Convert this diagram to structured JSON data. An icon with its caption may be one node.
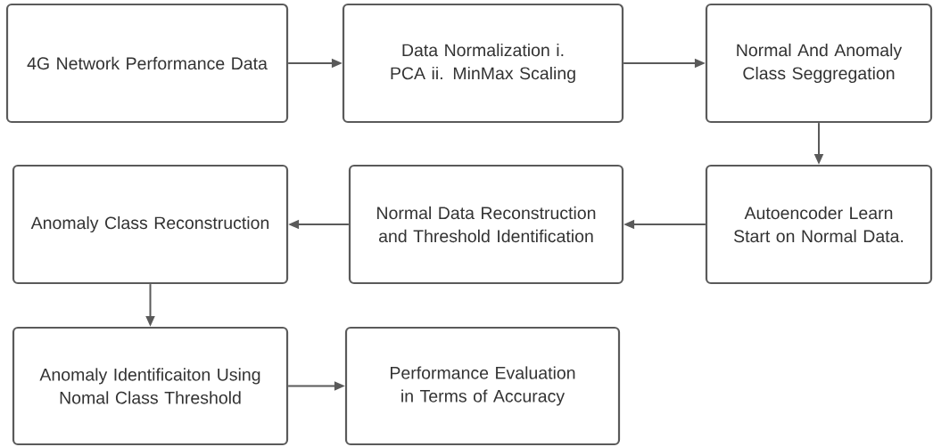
{
  "diagram": {
    "nodes": [
      {
        "text": [
          "4G Network Performance Data"
        ]
      },
      {
        "text": [
          "Data Normalization i. PCA ii. MinMax Scaling"
        ]
      },
      {
        "text": [
          "Normal And Anomaly Class Seggregation"
        ]
      },
      {
        "text": [
          "Autoencoder Learn Start on Normal Data."
        ]
      },
      {
        "text": [
          "Normal Data Reconstruction and Threshold Identification"
        ]
      },
      {
        "text": [
          "Anomaly Class Reconstruction"
        ]
      },
      {
        "text": [
          "Anomaly Identificaiton Using Nomal Class Threshold"
        ]
      },
      {
        "text": [
          "Performance Evaluation in Terms of Accuracy"
        ]
      }
    ],
    "edges": [
      {
        "from": 0,
        "to": 1,
        "arrow": "to"
      },
      {
        "from": 1,
        "to": 2,
        "arrow": "to"
      },
      {
        "from": 2,
        "to": 3,
        "arrow": "to"
      },
      {
        "from": 3,
        "to": 4,
        "arrow": "to"
      },
      {
        "from": 4,
        "to": 5,
        "arrow": "to"
      },
      {
        "from": 5,
        "to": 6,
        "arrow": "to"
      },
      {
        "from": 6,
        "to": 7,
        "arrow": "to"
      }
    ]
  }
}
